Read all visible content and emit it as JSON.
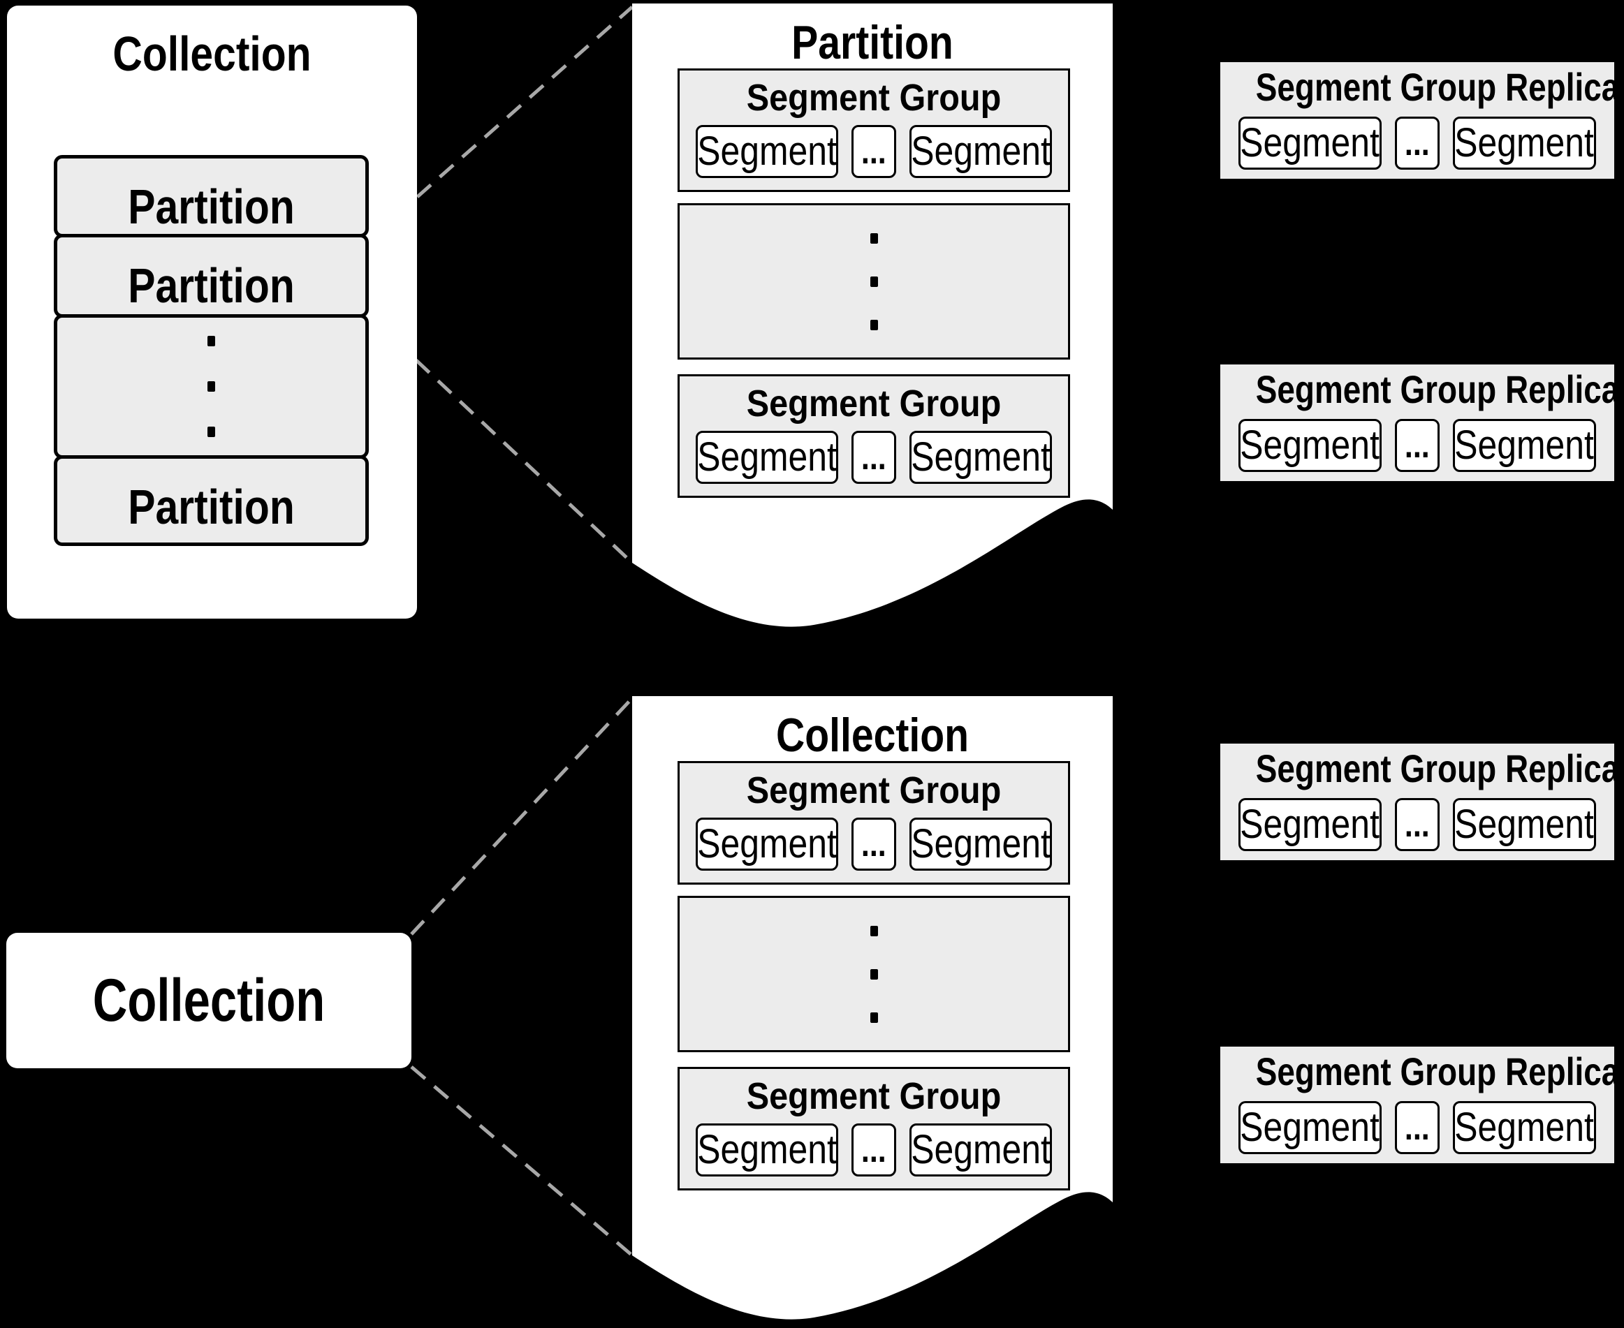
{
  "palette": {
    "background": "#000000",
    "surface": "#ffffff",
    "panel_fill": "#ececec",
    "border": "#000000",
    "dash_line": "#a8a8a8"
  },
  "collection_overview": {
    "title": "Collection",
    "partitions": [
      "Partition",
      "Partition",
      "Partition"
    ]
  },
  "partition_detail": {
    "title": "Partition",
    "segment_groups": [
      {
        "title": "Segment Group",
        "segments": [
          "Segment",
          "...",
          "Segment"
        ]
      },
      {
        "title": "Segment Group",
        "segments": [
          "Segment",
          "...",
          "Segment"
        ]
      }
    ]
  },
  "collection_simple": {
    "title": "Collection"
  },
  "collection_detail": {
    "title": "Collection",
    "segment_groups": [
      {
        "title": "Segment Group",
        "segments": [
          "Segment",
          "...",
          "Segment"
        ]
      },
      {
        "title": "Segment Group",
        "segments": [
          "Segment",
          "...",
          "Segment"
        ]
      }
    ]
  },
  "replicas": [
    {
      "title": "Segment Group Replica",
      "segments": [
        "Segment",
        "...",
        "Segment"
      ]
    },
    {
      "title": "Segment Group Replica",
      "segments": [
        "Segment",
        "...",
        "Segment"
      ]
    },
    {
      "title": "Segment Group Replica",
      "segments": [
        "Segment",
        "...",
        "Segment"
      ]
    },
    {
      "title": "Segment Group Replica",
      "segments": [
        "Segment",
        "...",
        "Segment"
      ]
    }
  ]
}
